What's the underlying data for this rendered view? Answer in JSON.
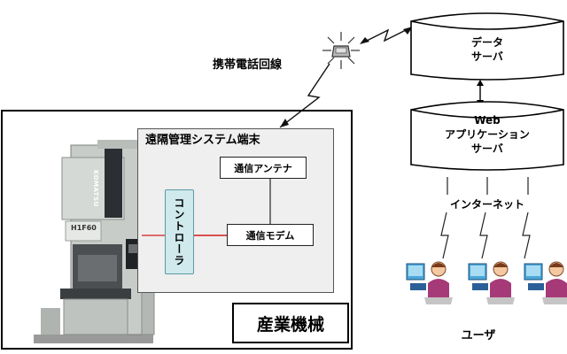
{
  "labels": {
    "mobile_line": "携帯電話回線",
    "remote_terminal": "遠隔管理システム端末",
    "antenna": "通信アンテナ",
    "modem": "通信モデム",
    "controller": "コントローラ",
    "industrial_machine": "産業機械",
    "data_server_line1": "データ",
    "data_server_line2": "サーバ",
    "web_server_line1": "Web",
    "web_server_line2": "アプリケーション",
    "web_server_line3": "サーバ",
    "internet": "インターネット",
    "users": "ユーザ",
    "machine_brand": "KOMATSU",
    "machine_model": "H1F60"
  }
}
